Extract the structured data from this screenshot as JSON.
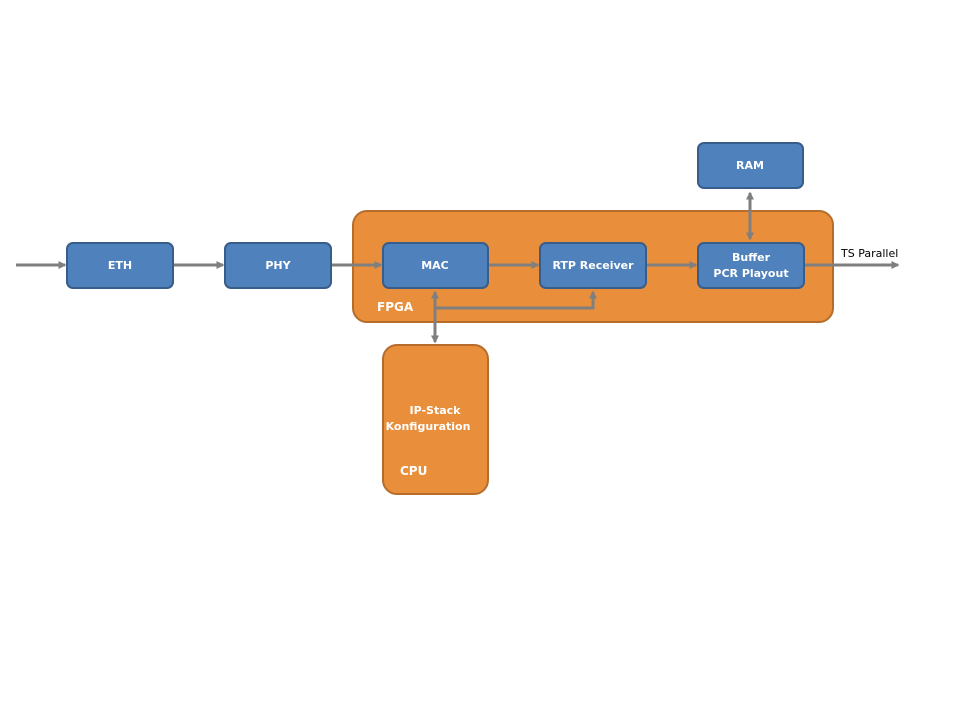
{
  "diagram": {
    "containers": {
      "fpga": {
        "label": "FPGA"
      },
      "cpu": {
        "label": "CPU",
        "content_line1": "IP-Stack",
        "content_line2": "Konfiguration"
      }
    },
    "blocks": {
      "eth": {
        "label": "ETH"
      },
      "phy": {
        "label": "PHY"
      },
      "mac": {
        "label": "MAC"
      },
      "rtp": {
        "label": "RTP Receiver"
      },
      "buffer": {
        "line1": "Buffer",
        "line2": "PCR Playout"
      },
      "ram": {
        "label": "RAM"
      }
    },
    "output": {
      "label": "TS Parallel"
    },
    "colors": {
      "block_fill": "#4f81bd",
      "block_stroke": "#385d8a",
      "container_fill": "#e98f3b",
      "container_stroke": "#b66d2b",
      "arrow": "#7f7f7f"
    }
  }
}
